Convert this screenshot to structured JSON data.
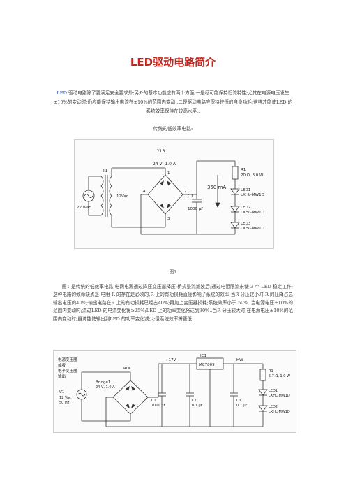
{
  "document": {
    "title": "LED驱动电路简介",
    "intro_prefix": "LED",
    "intro_text": " 驱动电路除了要满足安全要求外;另外的基本功能应有两个方面;一是尽可能保持恒流特性;尤其在电源电压发生±15%的变动时;仍应能保持输出电流在±10%的范围内变动..二是驱动电路应保持较低的自身功耗;这样才能使LED 的系统效率保持在较高水平..",
    "subheading": "传统的低效率电路:",
    "figure1_caption": "图1",
    "figure1_description": "图1 是传统的低效率电路;电网电源通过降压变压器降压;桥式整流滤波后;通过电阻限流来使 3 个 LED 稳定工作;这种电路的致命缺点是:电阻 R 的存在是必须的;R 上的有功损耗直接影响了系统的效率;当R 分压较小时;R 的压降占总输出电压的40%;输出电路在R 上的有功损耗已经占40%;再加上变压器损耗;系统效率小于 50%..当电源电压±10%的范围内变动时;流过LED 的电流变化将≥25%;LED 上的功率变化将达到30%..当R 分压较大时;在电源电压±10%的范围内变动时;虽说能使输出到LED 的功率变化减少;但系统效率将更低.."
  },
  "figure1": {
    "transformer_label": "T1",
    "mains_label": "220Vac",
    "secondary_label": "12Vac",
    "bridge_label": "Y1R",
    "bridge_rating": "24 V, 1.0 A",
    "pin1": "1",
    "pin2": "2",
    "pin3": "3",
    "pin4": "4",
    "cap_label": "C1",
    "cap_value": "1000 μF",
    "resistor_label": "R1",
    "resistor_value": "20 Ω, 3.0 W",
    "current_label": "350 mA",
    "led1_label": "LED1",
    "led1_part": "LXHL-MW1D",
    "led2_label": "LED2",
    "led2_part": "LXHL-MW1D",
    "led3_label": "LED3",
    "led3_part": "LXHL-MW1D"
  },
  "figure2": {
    "source_label_line1": "电源变压器",
    "source_label_line2": "或者",
    "source_label_line3": "电子变压器",
    "source_label_line4": "输出",
    "v1_label": "V1",
    "v1_value1": "12 Vac",
    "v1_value2": "50 Hz",
    "bridge_net": "RIN",
    "bridge_label": "Bridge1",
    "bridge_rating": "24 V, 1.0 A",
    "net_v17": "+17V",
    "net_hw": "HW",
    "ic_ref": "IC1",
    "ic_label": "MC7809",
    "c1_label": "C1",
    "c1_value": "1000 μF",
    "c2_label": "C2",
    "c2_value": "0.1 μF",
    "c3_label": "C3",
    "c3_value": "0.1 μF",
    "r1_label": "R1",
    "r1_value": "5.7 Ω, 1.0 W",
    "led1_label": "LED1",
    "led1_part": "LXHL-MW1D",
    "led2_label": "LED2",
    "led2_part": "LXHL-MW1D"
  }
}
